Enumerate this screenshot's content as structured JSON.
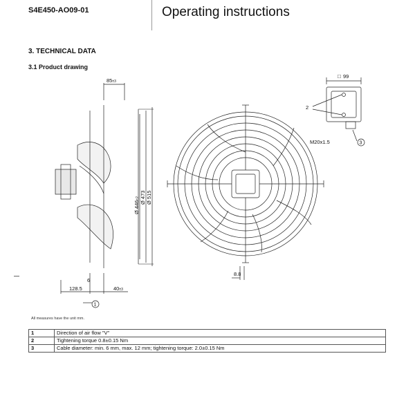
{
  "header": {
    "model": "S4E450-AO09-01",
    "title": "Operating instructions"
  },
  "section": {
    "heading": "3. TECHNICAL DATA",
    "subheading": "3.1 Product drawing"
  },
  "drawing": {
    "side_view": {
      "depth_label": "85",
      "depth_tol": "±3",
      "dim_inner_prefix": "Ø 446",
      "dim_inner_tol": "±2",
      "dim_mid": "Ø 473",
      "dim_outer": "Ø 515",
      "dim_left": "128.5",
      "dim_six": "6",
      "dim_right": "40",
      "dim_right_tol": "±3",
      "callout_1": "1"
    },
    "front_view": {
      "dim_hole": "8.8"
    },
    "terminal_box": {
      "size_label": "99",
      "callout_2": "2",
      "callout_3": "3",
      "gland": "M20x1.5"
    }
  },
  "note": "All measures have the unit mm.",
  "legend": [
    {
      "num": "1",
      "text": "Direction of air flow \"V\""
    },
    {
      "num": "2",
      "text": "Tightening torque 0.8±0.15 Nm"
    },
    {
      "num": "3",
      "text": "Cable diameter: min. 6 mm, max. 12 mm; tightening torque: 2.0±0.15 Nm"
    }
  ]
}
